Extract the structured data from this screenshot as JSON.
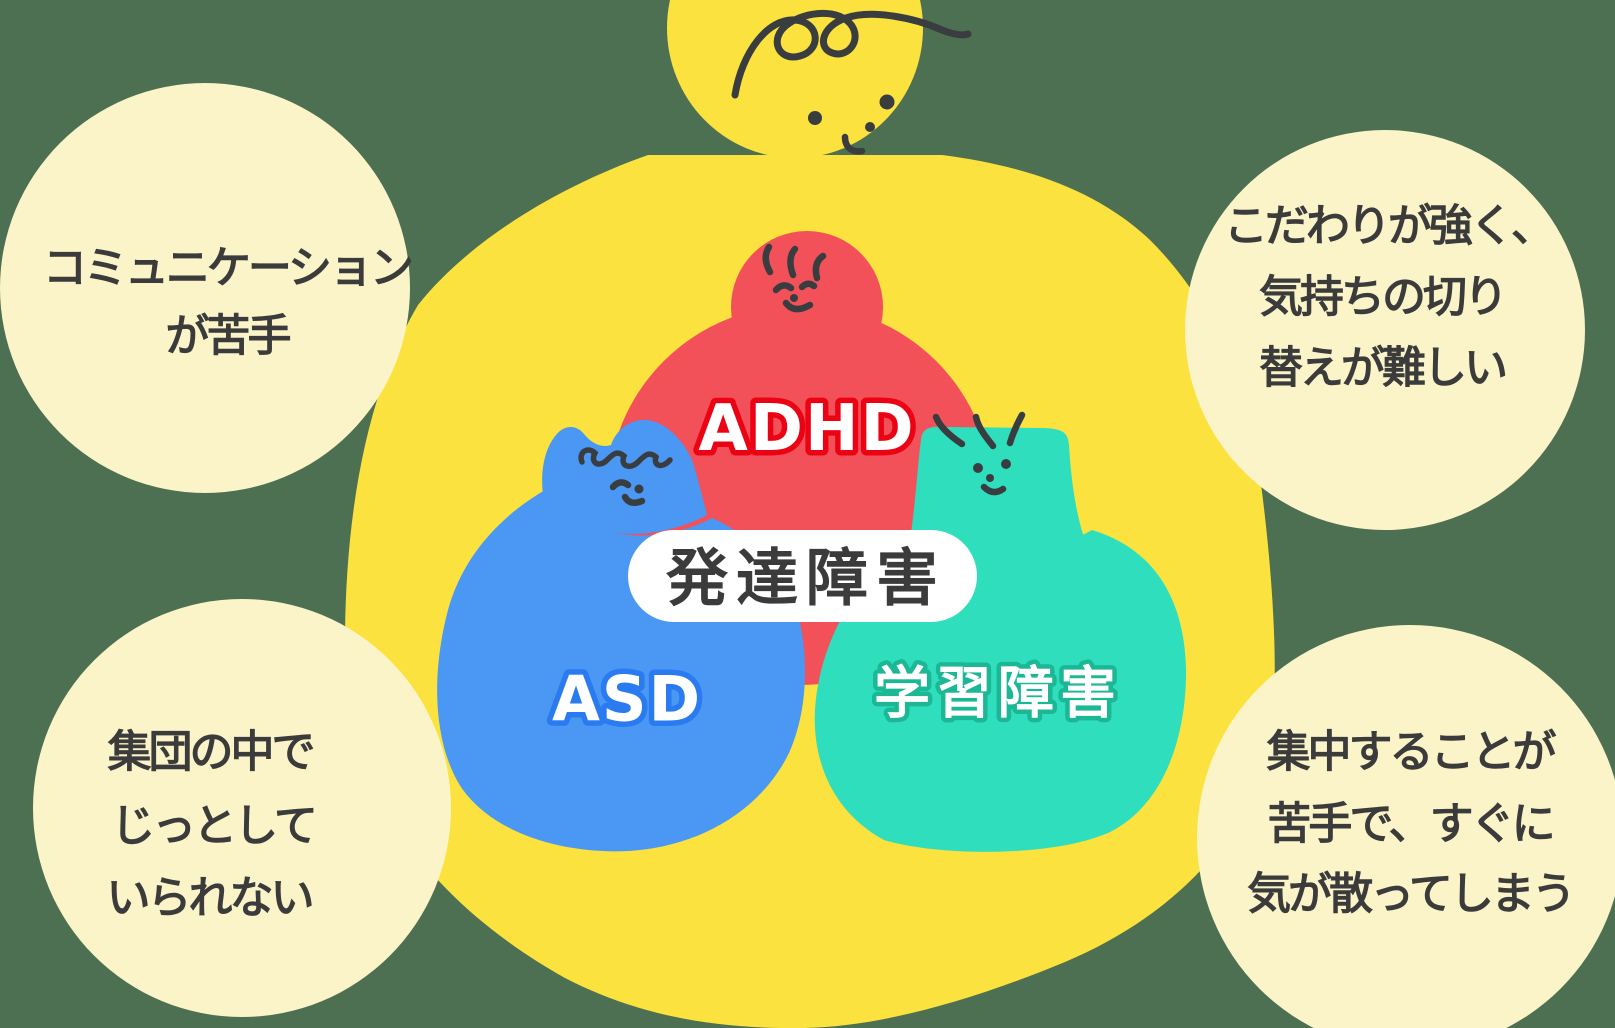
{
  "colors": {
    "background": "#4C7051",
    "yellow": "#FBE23E",
    "white": "#FFFFFF",
    "text_dark": "#3B3B3B",
    "face_stroke": "#3A3D40"
  },
  "center_label": {
    "text": "発達障害",
    "bg": "#FFFFFF",
    "color": "#3B3B3B"
  },
  "groups": {
    "adhd": {
      "label": "ADHD",
      "body_color": "#F2515A",
      "label_stroke": "#EB0213"
    },
    "asd": {
      "label": "ASD",
      "body_color": "#4A97F4",
      "label_stroke": "#2A7AF0"
    },
    "ld": {
      "label": "学習障害",
      "body_color": "#2EDEBD",
      "label_stroke": "#1CB795"
    }
  },
  "bubbles": {
    "bg_color": "#FAF4C8",
    "text_color": "#3B3B3B",
    "top_left": {
      "lines": [
        "コミュニケーション",
        "が苦手"
      ]
    },
    "top_right": {
      "lines": [
        "こだわりが強く、",
        "気持ちの切り",
        "替えが難しい"
      ]
    },
    "bottom_left": {
      "lines": [
        "集団の中で",
        "じっとして",
        "いられない"
      ]
    },
    "bottom_right": {
      "lines": [
        "集中することが",
        "苦手で、すぐに",
        "気が散ってしまう"
      ]
    }
  }
}
